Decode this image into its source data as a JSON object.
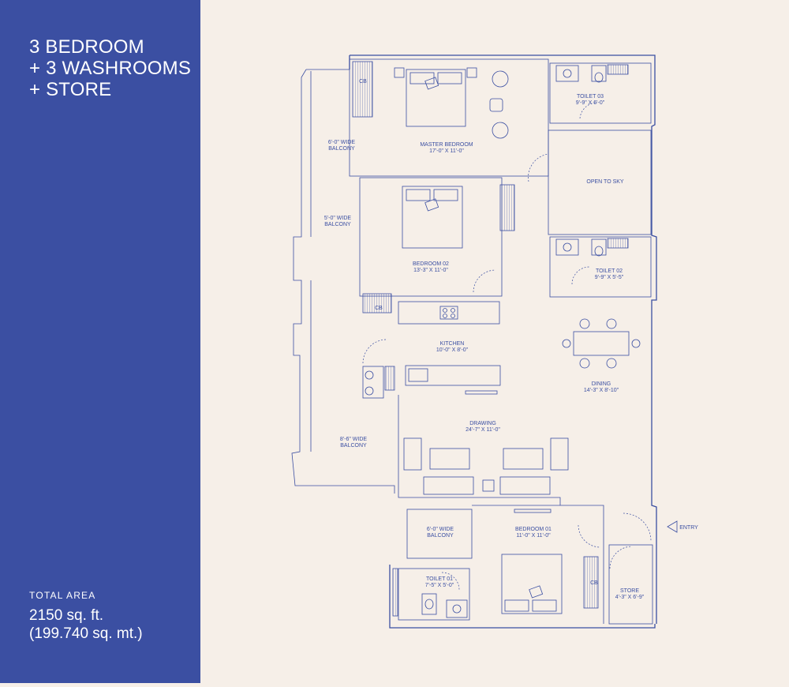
{
  "sidebar": {
    "title_lines": [
      "3 BEDROOM",
      "+ 3 WASHROOMS",
      "+ STORE"
    ],
    "area_label": "TOTAL AREA",
    "area_sqft": "2150 sq. ft.",
    "area_sqmt": "(199.740 sq. mt.)"
  },
  "colors": {
    "accent": "#3b4fa2",
    "background": "#f6efe8"
  },
  "rooms": {
    "master_bedroom": {
      "name": "MASTER BEDROOM",
      "size": "17'-0\" X 11'-0\""
    },
    "toilet_03": {
      "name": "TOILET 03",
      "size": "9'-9\" X 6'-0\""
    },
    "open_to_sky": {
      "name": "OPEN TO SKY"
    },
    "balcony_6_wide_top": {
      "line1": "6'-0\" WIDE",
      "line2": "BALCONY"
    },
    "balcony_5_wide": {
      "line1": "5'-0\" WIDE",
      "line2": "BALCONY"
    },
    "bedroom_02": {
      "name": "BEDROOM 02",
      "size": "13'-3\" X 11'-0\""
    },
    "toilet_02": {
      "name": "TOILET 02",
      "size": "9'-9\" X 5'-5\""
    },
    "kitchen": {
      "name": "KITCHEN",
      "size": "10'-0\" X 8'-0\""
    },
    "dining": {
      "name": "DINING",
      "size": "14'-3\" X 8'-10\""
    },
    "drawing": {
      "name": "DRAWING",
      "size": "24'-7\" X 11'-0\""
    },
    "balcony_8_6_wide": {
      "line1": "8'-6\" WIDE",
      "line2": "BALCONY"
    },
    "balcony_6_wide_bottom": {
      "line1": "6'-0\" WIDE",
      "line2": "BALCONY"
    },
    "bedroom_01": {
      "name": "BEDROOM 01",
      "size": "11'-0\" X 11'-0\""
    },
    "toilet_01": {
      "name": "TOILET 01",
      "size": "7'-5\" X 5'-0\""
    },
    "store": {
      "name": "STORE",
      "size": "4'-3\" X 6'-9\""
    }
  },
  "labels": {
    "cb": "CB",
    "entry": "ENTRY"
  }
}
